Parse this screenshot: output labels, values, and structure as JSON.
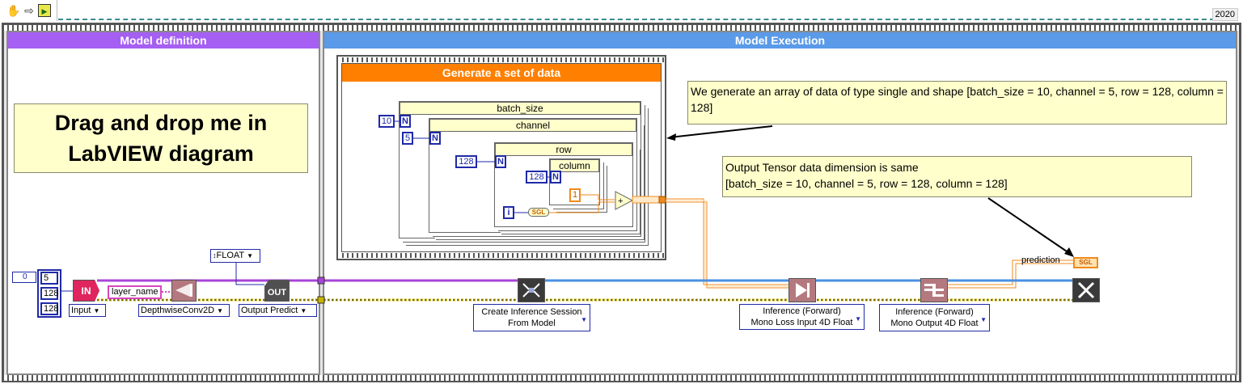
{
  "toolbar": {
    "icons": [
      "hand-icon",
      "arrow-right-icon",
      "vi-icon"
    ],
    "version": "2020"
  },
  "panels": {
    "definition": {
      "title": "Model definition",
      "color": "#a55ff2"
    },
    "execution": {
      "title": "Model Execution",
      "color": "#5a9ae8"
    },
    "generate": {
      "title": "Generate a set of data",
      "color": "#ff8000"
    }
  },
  "notes": {
    "drag_drop": "Drag and drop me in LabVIEW diagram",
    "data_gen": "We generate an array of data of type single and shape [batch_size = 10, channel = 5, row = 128, column = 128]",
    "output_dim_line1": "Output Tensor data dimension is same",
    "output_dim_line2": "[batch_size = 10, channel = 5, row = 128, column = 128]"
  },
  "loops": {
    "batch_size": "batch_size",
    "channel": "channel",
    "row": "row",
    "column": "column",
    "N": "N",
    "i": "i"
  },
  "constants": {
    "batch": "10",
    "channel": "5",
    "row": "128",
    "column": "128",
    "one": "1",
    "sgl": "SGL",
    "array_index": "0",
    "shape": [
      "5",
      "128",
      "128"
    ],
    "layer_name": "layer_name",
    "float": "FLOAT"
  },
  "nodes": {
    "input_in": "IN",
    "output_out": "OUT"
  },
  "rings": {
    "input": "Input",
    "depthwise": "DepthwiseConv2D",
    "output_predict": "Output Predict"
  },
  "vis": {
    "create_session": [
      "Create Inference Session",
      "From Model"
    ],
    "inference_loss": [
      "Inference (Forward)",
      "Mono Loss Input 4D Float"
    ],
    "inference_output": [
      "Inference (Forward)",
      "Mono Output 4D Float"
    ]
  },
  "indicator": {
    "label": "prediction",
    "type": "SGL"
  },
  "colors": {
    "wire_purple": "#a845d8",
    "wire_blue": "#4a90e2",
    "wire_orange": "#f08a1c",
    "wire_yellow": "#c8b400",
    "term_blue": "#1f2aa8"
  }
}
